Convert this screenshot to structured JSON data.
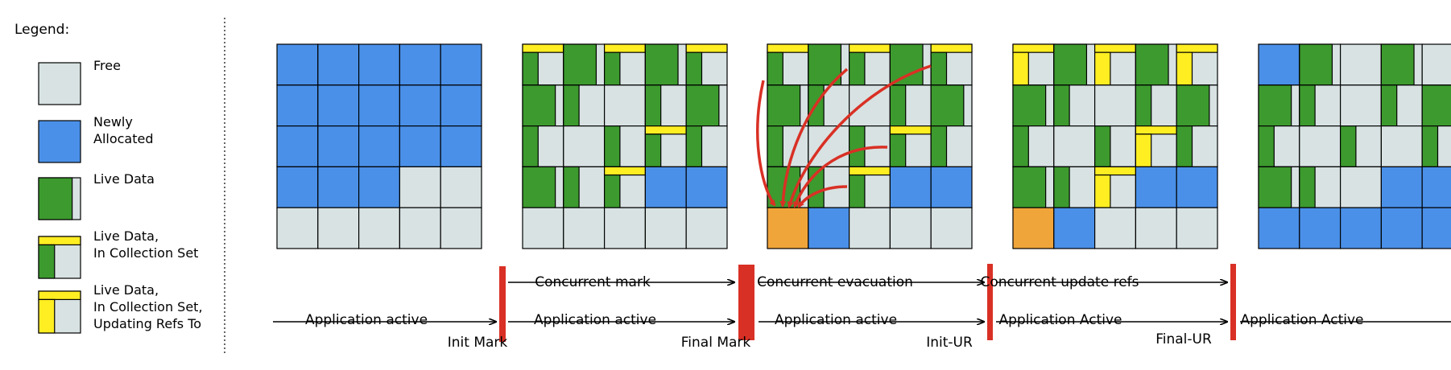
{
  "legend": {
    "title": "Legend:",
    "items": [
      {
        "key": "free",
        "lines": [
          "Free"
        ]
      },
      {
        "key": "new",
        "lines": [
          "Newly",
          "Allocated"
        ]
      },
      {
        "key": "live",
        "lines": [
          "Live Data"
        ]
      },
      {
        "key": "cset",
        "lines": [
          "Live Data,",
          "In Collection Set"
        ]
      },
      {
        "key": "upd",
        "lines": [
          "Live Data,",
          "In Collection Set,",
          "Updating Refs To"
        ]
      }
    ]
  },
  "colors": {
    "free": "#d8e2e2",
    "new": "#4a90e8",
    "live": "#3d9a2e",
    "cset_bar": "#ffee22",
    "upd": "#ffee22",
    "evac_target": "#f0a53b",
    "phase_marker": "#d93025",
    "arrow": "#d93025"
  },
  "timeline": {
    "upper_labels": [
      "Concurrent mark",
      "Concurrent evacuation",
      "Concurrent update refs"
    ],
    "lower_labels": [
      "Application active",
      "Application active",
      "Application active",
      "Application Active",
      "Application Active"
    ],
    "markers": [
      "Init Mark",
      "Final Mark",
      "Init-UR",
      "Final-UR"
    ]
  },
  "heaps": [
    {
      "rows": [
        [
          "N",
          "N",
          "N",
          "N",
          "N"
        ],
        [
          "N",
          "N",
          "N",
          "N",
          "N"
        ],
        [
          "N",
          "N",
          "N",
          "N",
          "N"
        ],
        [
          "N",
          "N",
          "N",
          "F",
          "F"
        ],
        [
          "F",
          "F",
          "F",
          "F",
          "F"
        ]
      ]
    },
    {
      "rows": [
        [
          "lC",
          "L",
          "lC",
          "L",
          "lC"
        ],
        [
          "L",
          "l",
          "F",
          "l",
          "L"
        ],
        [
          "l",
          "F",
          "l",
          "lC",
          "l"
        ],
        [
          "L",
          "l",
          "lC",
          "N",
          "N"
        ],
        [
          "F",
          "F",
          "F",
          "F",
          "F"
        ]
      ]
    },
    {
      "rows": [
        [
          "lC",
          "L",
          "lC",
          "L",
          "lC"
        ],
        [
          "L",
          "l",
          "F",
          "l",
          "L"
        ],
        [
          "l",
          "F",
          "l",
          "lC",
          "l"
        ],
        [
          "L",
          "l",
          "lC",
          "N",
          "N"
        ],
        [
          "O",
          "N",
          "F",
          "F",
          "F"
        ]
      ]
    },
    {
      "rows": [
        [
          "U",
          "L",
          "U",
          "L",
          "U"
        ],
        [
          "L",
          "l",
          "F",
          "l",
          "L"
        ],
        [
          "l",
          "F",
          "l",
          "U",
          "l"
        ],
        [
          "L",
          "l",
          "U",
          "N",
          "N"
        ],
        [
          "O",
          "N",
          "F",
          "F",
          "F"
        ]
      ]
    },
    {
      "rows": [
        [
          "N",
          "L",
          "F",
          "L",
          "F"
        ],
        [
          "L",
          "l",
          "F",
          "l",
          "L"
        ],
        [
          "l",
          "F",
          "l",
          "F",
          "l"
        ],
        [
          "L",
          "l",
          "F",
          "N",
          "N"
        ],
        [
          "N",
          "N",
          "N",
          "N",
          "N"
        ]
      ]
    }
  ]
}
